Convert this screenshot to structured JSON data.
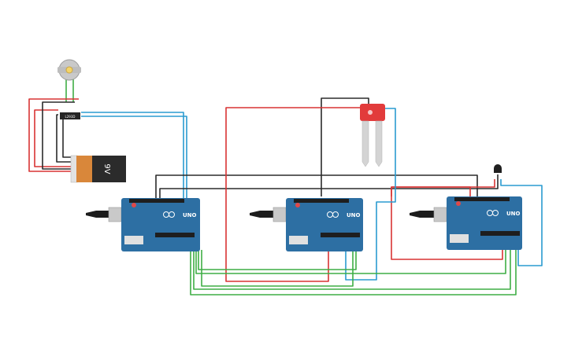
{
  "colors": {
    "board": "#2d6fa3",
    "wire_red": "#d83434",
    "wire_black": "#2b2b2b",
    "wire_blue": "#2a9bd0",
    "wire_green": "#3fae45",
    "battery_body": "#2b2b2b",
    "battery_cap": "#d9873a",
    "sensor_red": "#e23b3b"
  },
  "components": {
    "battery": {
      "label": "9V"
    },
    "board_1": {
      "logo": "UNO"
    },
    "board_2": {
      "logo": "UNO"
    },
    "board_3": {
      "logo": "UNO"
    },
    "motor_driver": {
      "label": "L293D"
    }
  }
}
